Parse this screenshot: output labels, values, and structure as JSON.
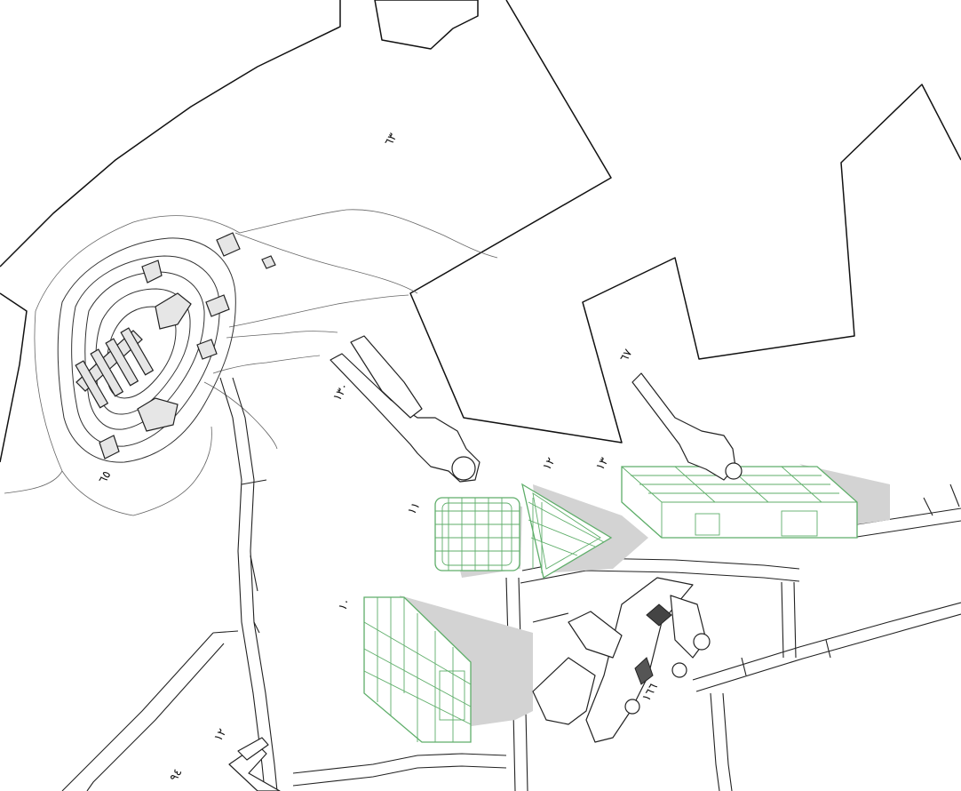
{
  "labels": {
    "site_63": "٦٣",
    "site_65": "٦٥",
    "person_a": "١٣٠",
    "person_b": "٦٧",
    "block_11": "١١",
    "block_12": "١٢",
    "block_13": "١٣",
    "block_10": "١٠",
    "statue_c": "١٦٦",
    "bottom_a": "١٢",
    "bottom_b": "٩٤"
  },
  "colors": {
    "building_outline": "#5fae6a",
    "shadow": "#d3d3d3",
    "ink": "#111111"
  }
}
